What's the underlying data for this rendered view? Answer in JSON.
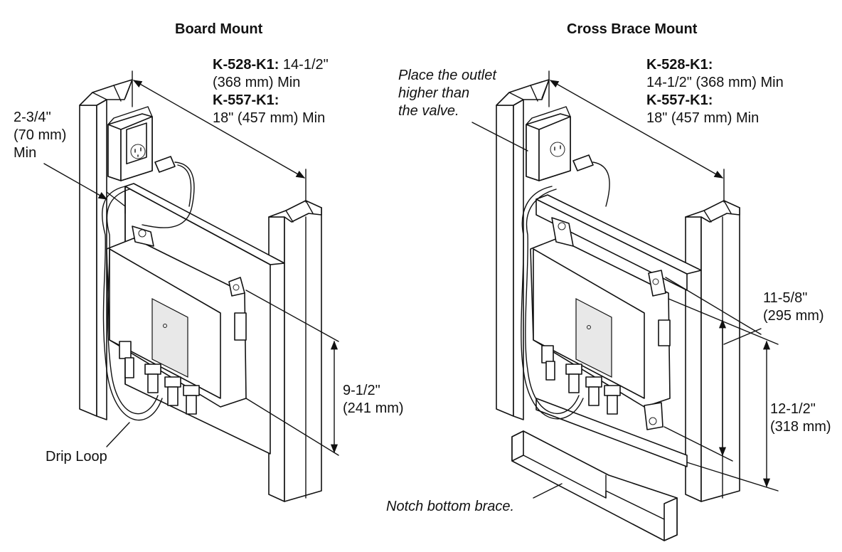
{
  "board_mount": {
    "title": "Board Mount",
    "width_dim": {
      "model_a": "K-528-K1:",
      "model_a_value": " 14-1/2\"",
      "model_a_value_line2": "(368 mm) Min",
      "model_b": "K-557-K1:",
      "model_b_value": "18\" (457 mm) Min"
    },
    "offset_dim": {
      "line1": "2-3/4\"",
      "line2": "(70 mm)",
      "line3": "Min"
    },
    "height_dim": {
      "line1": "9-1/2\"",
      "line2": "(241 mm)"
    },
    "drip_loop": "Drip Loop"
  },
  "cross_brace_mount": {
    "title": "Cross Brace Mount",
    "outlet_note": {
      "line1": "Place the outlet",
      "line2": "higher than",
      "line3": "the valve."
    },
    "width_dim": {
      "model_a": "K-528-K1:",
      "model_a_value": "14-1/2\" (368 mm) Min",
      "model_b": "K-557-K1:",
      "model_b_value": "18\" (457 mm) Min"
    },
    "upper_dim": {
      "line1": "11-5/8\"",
      "line2": "(295 mm)"
    },
    "lower_dim": {
      "line1": "12-1/2\"",
      "line2": "(318 mm)"
    },
    "brace_note": "Notch bottom brace."
  }
}
